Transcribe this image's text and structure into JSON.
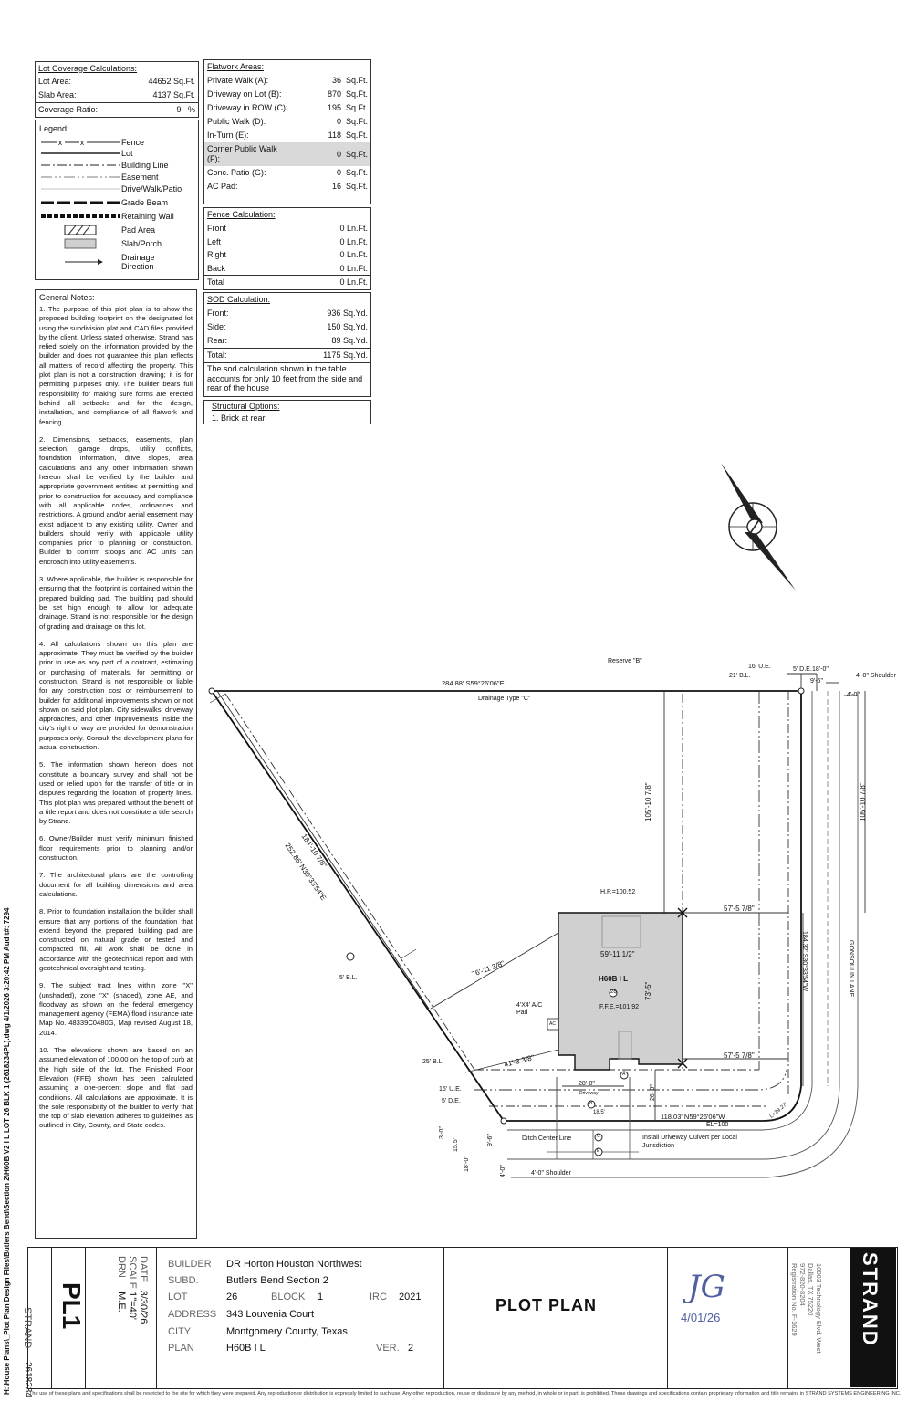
{
  "side_path": "H:\\House Plans\\_Plot Plan Design Files\\Butlers Bend\\Section 2\\H60B V2 I L LOT 26 BLK 1 (2618234PL).dwg 4/1/2026 3:20:42 PM  Audit#: 7294",
  "lot_coverage": {
    "title": "Lot Coverage Calculations:",
    "rows": [
      {
        "label": "Lot Area:",
        "value": "44652",
        "unit": "Sq.Ft."
      },
      {
        "label": "Slab Area:",
        "value": "4137",
        "unit": "Sq.Ft."
      },
      {
        "label": "Coverage Ratio:",
        "value": "9",
        "unit": "%"
      }
    ]
  },
  "legend": {
    "title": "Legend:",
    "items": [
      "Fence",
      "Lot",
      "Building Line",
      "Easement",
      "Drive/Walk/Patio",
      "Grade Beam",
      "Retaining Wall",
      "Pad Area",
      "Slab/Porch",
      "Drainage Direction"
    ]
  },
  "general_notes": {
    "title": "General Notes:",
    "notes": [
      "1.   The purpose of this plot plan is to show the proposed building footprint on the designated lot using the subdivision plat and CAD files provided by the client. Unless stated otherwise, Strand has relied solely on the information provided by the builder and does not guarantee this plan reflects all matters of record affecting the property. This plot plan is not a construction drawing; it is for permitting purposes only. The builder bears full responsibility for making sure forms are erected behind all setbacks and for the design, installation, and compliance of all flatwork and fencing",
      "2.   Dimensions, setbacks, easements, plan selection, garage drops, utility conflicts, foundation information, drive slopes, area calculations and any other information shown hereon shall be verified by the builder and appropriate government entities at permitting and prior to construction for accuracy and compliance with all applicable codes, ordinances and restrictions. A ground and/or aerial easement may exist adjacent to any existing utility. Owner and builders should verify with applicable utility companies prior to planning or construction. Builder to confirm stoops and AC units can encroach into utility easements.",
      "3.   Where applicable, the builder is responsible for ensuring that the footprint is contained within the prepared building pad. The building pad should be set high enough to allow for adequate drainage. Strand is not responsible for the design of grading and drainage on this lot.",
      "4.   All calculations shown on this plan are approximate. They must be verified by the builder prior to use as any part of a contract, estimating or purchasing of materials, for permitting or construction. Strand is not responsible or liable for any construction cost or reimbursement to builder for additional improvements shown or not shown on said plot plan. City sidewalks, driveway approaches, and other improvements inside the city's right of way are provided for demonstration purposes only. Consult the development plans for actual construction.",
      "5.   The information shown hereon does not constitute a boundary survey and shall not be used or relied upon for the transfer of title or in disputes regarding the location of property lines. This plot plan was prepared without the benefit of a title report and does not constitute a title search by Strand.",
      "6.   Owner/Builder must verify minimum finished floor requirements prior to planning and/or construction.",
      "7.   The architectural plans are the controlling document for all building dimensions and area calculations.",
      "8.   Prior to foundation installation the builder shall ensure that any portions of the foundation that extend beyond the prepared building pad are constructed on natural grade or tested and compacted fill. All work shall be done in accordance with the geotechnical report and with geotechnical oversight and testing.",
      "9.   The subject tract lines within zone \"X\" (unshaded), zone \"X\" (shaded), zone AE, and floodway as shown on the federal emergency management agency (FEMA) flood insurance rate Map No. 48339C0480G, Map revised August 18, 2014.",
      "10.   The elevations shown are based on an assumed elevation of 100.00 on the top of curb at the high side of the lot. The Finished Floor Elevation (FFE) shown has been calculated assuming a one-percent slope and flat pad conditions. All calculations are approximate. It is the sole responsibility of the builder to verify that the top of slab elevation adheres to guidelines as outlined in City, County, and State codes."
    ]
  },
  "flatwork": {
    "title": "Flatwork Areas:",
    "rows": [
      {
        "label": "Private Walk (A):",
        "value": "36",
        "unit": "Sq.Ft."
      },
      {
        "label": "Driveway on Lot (B):",
        "value": "870",
        "unit": "Sq.Ft."
      },
      {
        "label": "Driveway in ROW (C):",
        "value": "195",
        "unit": "Sq.Ft."
      },
      {
        "label": "Public Walk (D):",
        "value": "0",
        "unit": "Sq.Ft."
      },
      {
        "label": "In-Turn (E):",
        "value": "118",
        "unit": "Sq.Ft."
      },
      {
        "label": "Corner Public Walk (F):",
        "value": "0",
        "unit": "Sq.Ft."
      },
      {
        "label": "Conc. Patio (G):",
        "value": "0",
        "unit": "Sq.Ft."
      },
      {
        "label": "AC Pad:",
        "value": "16",
        "unit": "Sq.Ft."
      }
    ]
  },
  "fence": {
    "title": "Fence Calculation:",
    "rows": [
      {
        "label": "Front",
        "value": "0",
        "unit": "Ln.Ft."
      },
      {
        "label": "Left",
        "value": "0",
        "unit": "Ln.Ft."
      },
      {
        "label": "Right",
        "value": "0",
        "unit": "Ln.Ft."
      },
      {
        "label": "Back",
        "value": "0",
        "unit": "Ln.Ft."
      },
      {
        "label": "Total",
        "value": "0",
        "unit": "Ln.Ft."
      }
    ]
  },
  "sod": {
    "title": "SOD Calculation:",
    "rows": [
      {
        "label": "Front:",
        "value": "936",
        "unit": "Sq.Yd."
      },
      {
        "label": "Side:",
        "value": "150",
        "unit": "Sq.Yd."
      },
      {
        "label": "Rear:",
        "value": "89",
        "unit": "Sq.Yd."
      },
      {
        "label": "Total:",
        "value": "1175",
        "unit": "Sq.Yd."
      }
    ],
    "note": "The sod calculation shown in the table accounts for only 10 feet from the side and rear of the house"
  },
  "structural": {
    "title": "Structural Options:",
    "item": "1. Brick at rear"
  },
  "plan": {
    "reserve": "Reserve \"B\"",
    "rear_dim": "284.88' S59°26'06\"E",
    "drainage": "Drainage Type \"C\"",
    "ue16_top": "16' U.E.",
    "bl21": "21' B.L.",
    "de5_top": "5' D.E.",
    "d18_top": "18'-0\"",
    "d9_6": "9'-6\"",
    "shoulder_top": "4'-0\" Shoulder",
    "d4_0": "4'-0\"",
    "dim_105_left": "105'-10 7/8\"",
    "dim_105_right": "105'-10 7/8\"",
    "dim_57_top": "57'-5 7/8\"",
    "dim_57_bot": "57'-5 7/8\"",
    "side_right": "184.32' S30°33'54\"W",
    "street": "GONSOULIN LANE",
    "side_left": "252.86' N30°33'54\"E",
    "dim_184_left": "184'-10 7/8\"",
    "hp": "H.P.=100.52",
    "width": "59'-11 1/2\"",
    "plan_name": "H60B I L",
    "lot_no": "26",
    "ffe": "F.F.E.=101.92",
    "depth": "73'-5\"",
    "ac_pad": "4'X4' A/C Pad",
    "ac": "AC",
    "diag_76": "76'-11 3/8\"",
    "diag_41": "41'-3 3/8\"",
    "bl5": "5' B.L.",
    "bl25": "25' B.L.",
    "ue16_bot": "16' U.E.",
    "de5_bot": "5' D.E.",
    "driveway_w": "28'-0\"",
    "driveway": "Driveway",
    "d26": "26'-0\"",
    "d18_5": "18.5'",
    "front_dim": "118.03' N59°26'06\"W",
    "el": "EL=100",
    "curve": "L=39.27'",
    "ditch": "Ditch Center Line",
    "culvert": "Install Driveway Culvert per Local Jurisdiction",
    "shoulder_bot": "4'-0\" Shoulder",
    "d15_5": "15.5'",
    "d9_6_bot": "9'-6\"",
    "d18_0_bot": "18'-0\"",
    "d4_0_bot": "4'-0\"",
    "d3_0": "3'-0\"",
    "tags": [
      "A",
      "B",
      "C",
      "E"
    ]
  },
  "title_block": {
    "strand_v": "STRAND",
    "job": "2618234",
    "sheet": "PL1",
    "date_label": "DATE",
    "date": "3/30/26",
    "scale_label": "SCALE",
    "scale": "1\"=40'",
    "drn_label": "DRN",
    "drn": "M.E.",
    "builder_label": "BUILDER",
    "builder": "DR Horton Houston Northwest",
    "subd_label": "SUBD.",
    "subd": "Butlers Bend Section 2",
    "lot_label": "LOT",
    "lot": "26",
    "block_label": "BLOCK",
    "block": "1",
    "irc_label": "IRC",
    "irc": "2021",
    "address_label": "ADDRESS",
    "address": "343 Louvenia Court",
    "city_label": "CITY",
    "city": "Montgomery County, Texas",
    "plan_label": "PLAN",
    "plan": "H60B I L",
    "ver_label": "VER.",
    "ver": "2",
    "title": "PLOT PLAN",
    "initials": "JG",
    "sign_date": "4/01/26",
    "addr1": "10003 Technology Blvd. West",
    "addr2": "Dallas, TX 75220",
    "addr3": "972-820-8204",
    "addr4": "Registration No. F-1629",
    "brand": "STRAND"
  },
  "footer": "The use of these plans and specifications shall be restricted to the site for which they were prepared. Any reproduction or distribution is expressly limited to such use. Any other reproduction, reuse or disclosure by any method, in whole or in part, is prohibited. These drawings and specifications contain proprietary information and title remains in STRAND SYSTEMS ENGINEERING INC."
}
